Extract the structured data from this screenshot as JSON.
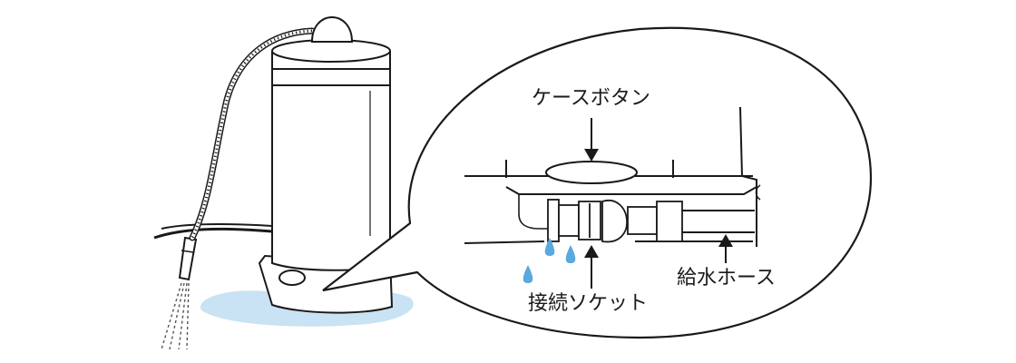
{
  "labels": {
    "case_button": "ケースボタン",
    "supply_hose": "給水ホース",
    "connection_socket": "接続ソケット"
  },
  "icons": {
    "water_purifier": "water-purifier-icon",
    "shower_head": "shower-head-icon",
    "water_drop": "water-drop-icon"
  },
  "colors": {
    "water": "#c9e2f4",
    "drop": "#5aa9dd",
    "line": "#1a1a1a"
  }
}
